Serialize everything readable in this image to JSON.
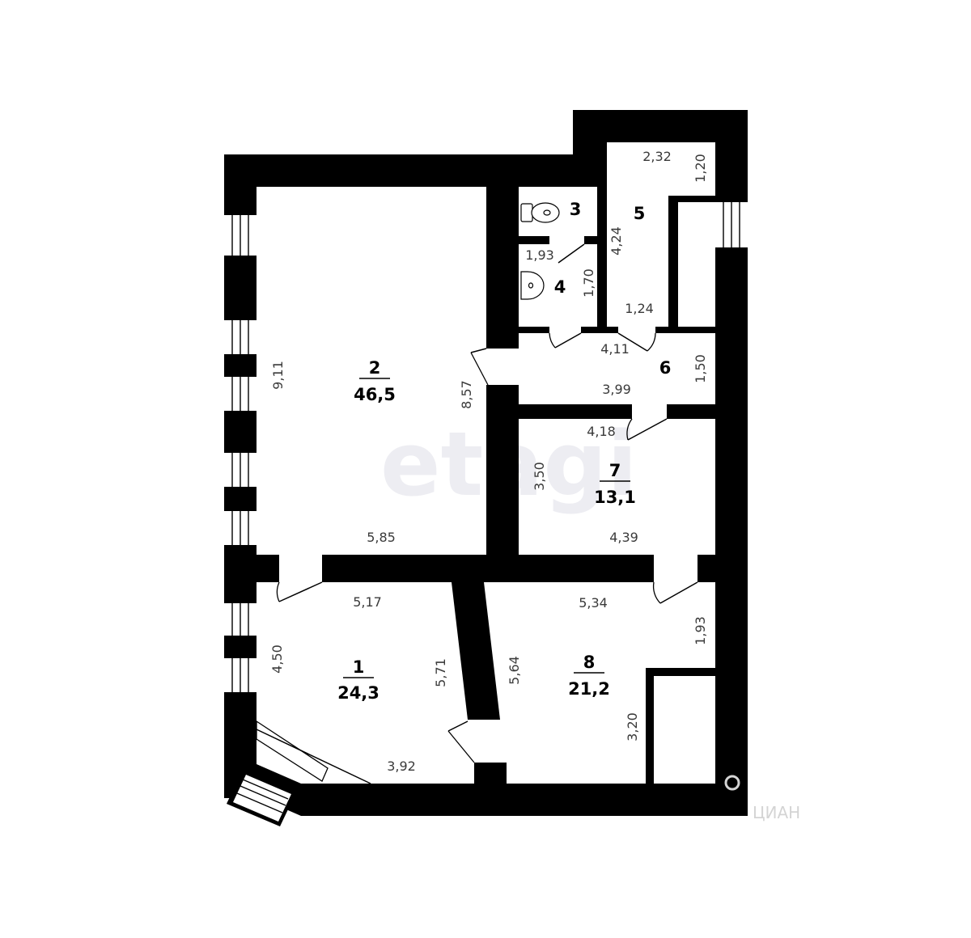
{
  "rooms": [
    {
      "number": "1",
      "area": "24,3"
    },
    {
      "number": "2",
      "area": "46,5"
    },
    {
      "number": "3"
    },
    {
      "number": "4"
    },
    {
      "number": "5"
    },
    {
      "number": "6"
    },
    {
      "number": "7",
      "area": "13,1"
    },
    {
      "number": "8",
      "area": "21,2"
    }
  ],
  "dimensions": {
    "r5_top": "2,32",
    "r5_right": "1,20",
    "r5_side": "4,24",
    "r5_bottom": "1,24",
    "r4_top": "1,93",
    "r4_side": "1,70",
    "r6_top": "4,11",
    "r6_side": "1,50",
    "r6_bottom": "3,99",
    "r7_top": "4,18",
    "r7_side": "3,50",
    "r7_bottom": "4,39",
    "r2_left": "9,11",
    "r2_right": "8,57",
    "r2_bottom": "5,85",
    "r1_top": "5,17",
    "r1_left": "4,50",
    "r1_right": "5,71",
    "r1_bottom": "3,92",
    "r8_top": "5,34",
    "r8_left": "5,64",
    "r8_right": "1,93",
    "r8_inner": "3,20"
  },
  "watermark": {
    "main": "etagi",
    "corner": "ЦИАН"
  },
  "colors": {
    "wall": "#000000",
    "background": "#ffffff"
  }
}
